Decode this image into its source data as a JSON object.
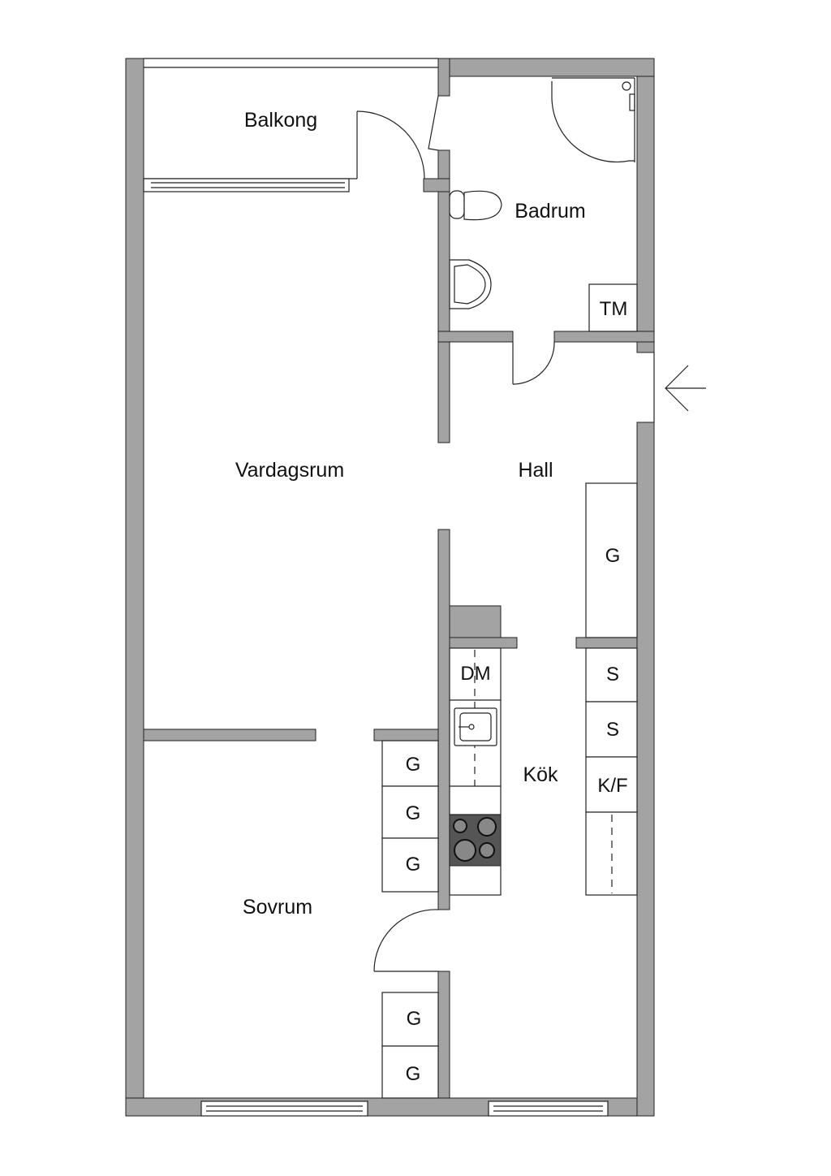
{
  "rooms": {
    "balcony": "Balkong",
    "bathroom": "Badrum",
    "living_room": "Vardagsrum",
    "hall": "Hall",
    "kitchen": "Kök",
    "bedroom": "Sovrum"
  },
  "fixtures": {
    "washing_machine": "TM",
    "dishwasher": "DM",
    "hall_wardrobe": "G",
    "pantry_1": "S",
    "pantry_2": "S",
    "fridge_freezer": "K/F",
    "bedroom_wardrobes_upper": [
      "G",
      "G",
      "G"
    ],
    "bedroom_wardrobes_lower": [
      "G",
      "G"
    ]
  },
  "colors": {
    "wall": "#a3a3a3",
    "stove": "#555555",
    "line": "#222222"
  }
}
